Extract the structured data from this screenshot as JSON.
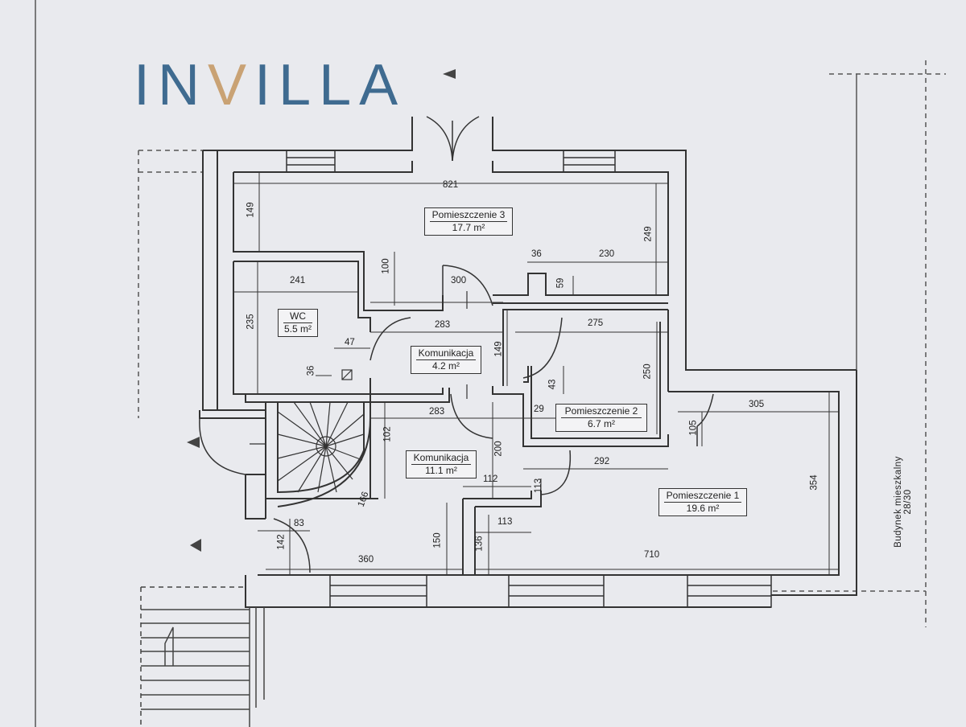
{
  "brand": {
    "logo_left": "IN",
    "logo_v": "V",
    "logo_right": "ILLA"
  },
  "rooms": [
    {
      "key": "pom3",
      "name": "Pomieszczenie 3",
      "area": "17.7 m²"
    },
    {
      "key": "wc",
      "name": "WC",
      "area": "5.5 m²"
    },
    {
      "key": "kom1",
      "name": "Komunikacja",
      "area": "4.2 m²"
    },
    {
      "key": "pom2",
      "name": "Pomieszczenie 2",
      "area": "6.7 m²"
    },
    {
      "key": "kom2",
      "name": "Komunikacja",
      "area": "11.1 m²"
    },
    {
      "key": "pom1",
      "name": "Pomieszczenie 1",
      "area": "19.6 m²"
    }
  ],
  "dimensions": {
    "d821": "821",
    "d149a": "149",
    "d249": "249",
    "d100": "100",
    "d36a": "36",
    "d230": "230",
    "d241": "241",
    "d300": "300",
    "d59": "59",
    "d235": "235",
    "d283a": "283",
    "d275": "275",
    "d47": "47",
    "d149b": "149",
    "d36b": "36",
    "d43": "43",
    "d250": "250",
    "d283b": "283",
    "d29": "29",
    "d305": "305",
    "d105": "105",
    "d102": "102",
    "d200": "200",
    "d292": "292",
    "d112": "112",
    "d113a": "113",
    "d166": "166",
    "d354": "354",
    "d83": "83",
    "d113b": "113",
    "d142": "142",
    "d150": "150",
    "d136": "136",
    "d360": "360",
    "d710": "710"
  },
  "neighbor_label": "Budynek mieszkalny 28/30"
}
